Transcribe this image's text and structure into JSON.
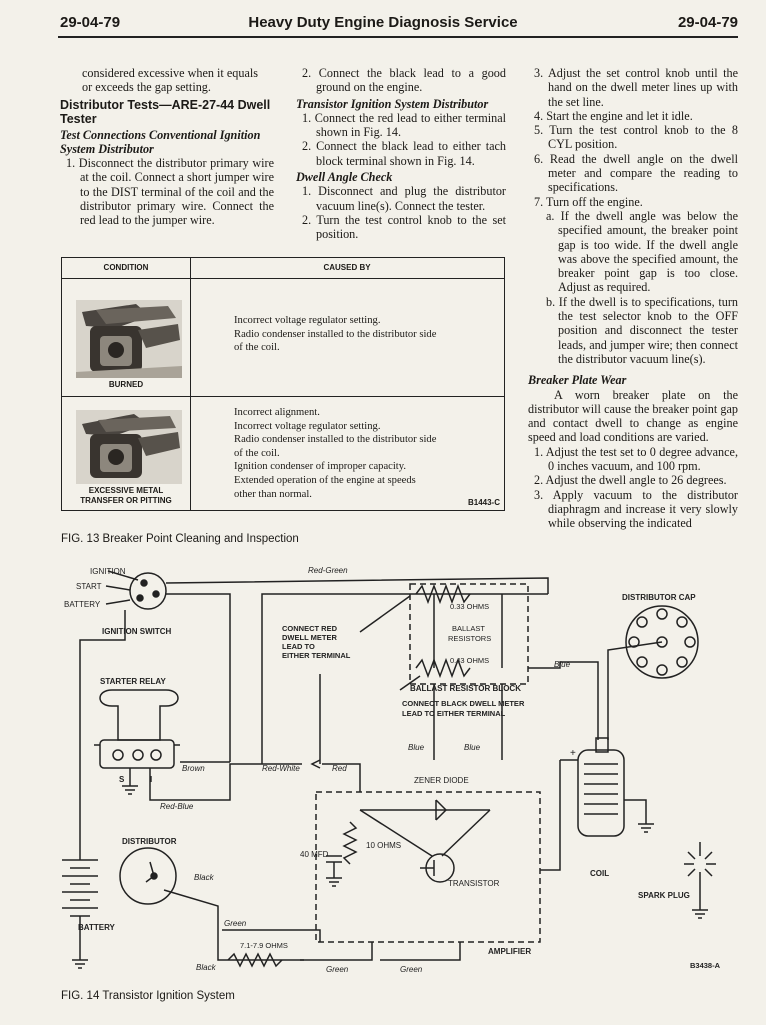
{
  "header": {
    "left": "29-04-79",
    "title": "Heavy Duty Engine Diagnosis Service",
    "right": "29-04-79"
  },
  "col1": {
    "cont1": "considered excessive when it equals",
    "cont2": "or exceeds the gap setting.",
    "heading": "Distributor Tests—ARE-27-44 Dwell Tester",
    "subhead": "Test Connections Conventional Ignition System Distributor",
    "step1": "1. Disconnect the distributor primary wire at the coil. Connect a short jumper wire to the DIST terminal of the coil and the distributor primary wire. Connect the red lead to the jumper wire."
  },
  "col2": {
    "step2": "2. Connect the black lead to a good ground on the engine.",
    "subhead1": "Transistor Ignition System Distributor",
    "t1": "1. Connect the red lead to either terminal shown in Fig. 14.",
    "t2": "2. Connect the black lead to either tach block terminal shown in Fig. 14.",
    "subhead2": "Dwell Angle Check",
    "d1": "1. Disconnect and plug the distributor vacuum line(s). Connect the tester.",
    "d2": "2. Turn the test control knob to the set position."
  },
  "col3": {
    "s3": "3. Adjust the set control knob until the hand on the dwell meter lines up with the set line.",
    "s4": "4. Start the engine and let it idle.",
    "s5": "5. Turn the test control knob to the 8 CYL position.",
    "s6": "6. Read the dwell angle on the dwell meter and compare the reading to specifications.",
    "s7": "7. Turn off the engine.",
    "s7a": "a. If the dwell angle was below the specified amount, the breaker point gap is too wide. If the dwell angle was above the specified amount, the breaker point gap is too close. Adjust as required.",
    "s7b": "b. If the dwell is to specifications, turn the test selector knob to the OFF position and disconnect the tester leads, and jumper wire; then connect the distributor vacuum line(s).",
    "subhead": "Breaker Plate Wear",
    "para": "A worn breaker plate on the distributor will cause the breaker point gap and contact dwell to change as engine speed and load conditions are varied.",
    "b1": "1. Adjust the test set to 0 degree advance, 0 inches vacuum, and 100 rpm.",
    "b2": "2. Adjust the dwell angle to 26 degrees.",
    "b3": "3. Apply vacuum to the distributor diaphragm and increase it very slowly while observing the indicated"
  },
  "table": {
    "col_condition": "CONDITION",
    "col_caused": "CAUSED BY",
    "row1_label": "BURNED",
    "row1_causes": [
      "Incorrect voltage regulator setting.",
      "Radio condenser installed to the distributor side",
      "of the coil."
    ],
    "row2_label1": "EXCESSIVE METAL",
    "row2_label2": "TRANSFER OR PITTING",
    "row2_causes": [
      "Incorrect alignment.",
      "Incorrect voltage regulator setting.",
      "Radio condenser installed to the distributor side",
      "of the coil.",
      "Ignition condenser of improper capacity.",
      "Extended operation of the engine at speeds",
      "other than normal."
    ],
    "code": "B1443-C"
  },
  "fig13_caption": "FIG. 13 Breaker Point Cleaning and Inspection",
  "fig14_caption": "FIG. 14 Transistor Ignition System",
  "diagram": {
    "ignition": "IGNITION",
    "start": "START",
    "battery": "BATTERY",
    "ignition_switch": "IGNITION SWITCH",
    "red_green": "Red-Green",
    "starter_relay": "STARTER RELAY",
    "s": "S",
    "i": "I",
    "brown": "Brown",
    "red_blue": "Red-Blue",
    "red_white": "Red-White",
    "red": "Red",
    "connect_red": [
      "CONNECT RED",
      "DWELL METER",
      "LEAD TO",
      "EITHER TERMINAL"
    ],
    "ohms033": "0.33 OHMS",
    "ballast1": "BALLAST",
    "ballast2": "RESISTORS",
    "ohms043": "0.43 OHMS",
    "ballast_block": "BALLAST RESISTOR BLOCK",
    "connect_black": [
      "CONNECT BLACK DWELL METER",
      "LEAD TO EITHER TERMINAL"
    ],
    "blue": "Blue",
    "zener": "ZENER DIODE",
    "ohms10": "10 OHMS",
    "mfd40": "40 MFD",
    "transistor": "TRANSISTOR",
    "amplifier": "AMPLIFIER",
    "distributor": "DISTRIBUTOR",
    "black": "Black",
    "green": "Green",
    "ohms717": "7.1-7.9 OHMS",
    "battery2": "BATTERY",
    "distributor_cap": "DISTRIBUTOR CAP",
    "coil": "COIL",
    "spark_plug": "SPARK PLUG",
    "code": "B3438-A",
    "plus": "+"
  }
}
